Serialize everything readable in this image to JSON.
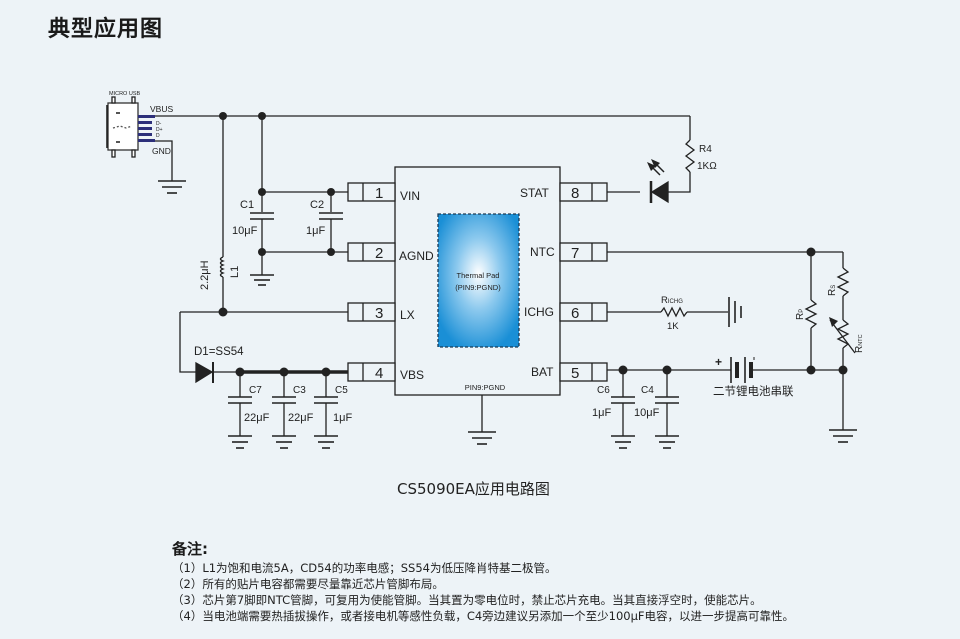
{
  "title": "典型应用图",
  "usb": {
    "label": "MICRO USB",
    "vbus": "VBUS",
    "dminus": "D-",
    "dplus": "D+",
    "id": "D",
    "gnd": "GND"
  },
  "chip": {
    "thermal_pad": [
      "Thermal Pad",
      "(PIN9:PGND)"
    ],
    "pgnd_label": "PIN9:PGND",
    "pins_left": [
      {
        "num": "1",
        "name": "VIN"
      },
      {
        "num": "2",
        "name": "AGND"
      },
      {
        "num": "3",
        "name": "LX"
      },
      {
        "num": "4",
        "name": "VBS"
      }
    ],
    "pins_right": [
      {
        "num": "8",
        "name": "STAT"
      },
      {
        "num": "7",
        "name": "NTC"
      },
      {
        "num": "6",
        "name": "ICHG"
      },
      {
        "num": "5",
        "name": "BAT"
      }
    ],
    "thermal_color": "#1a8fd6"
  },
  "components": {
    "c1": {
      "ref": "C1",
      "value": "10μF"
    },
    "c2": {
      "ref": "C2",
      "value": "1μF"
    },
    "l1": {
      "ref": "L1",
      "value": "2.2μH"
    },
    "d1": {
      "label": "D1=SS54"
    },
    "c7": {
      "ref": "C7",
      "value": "22μF"
    },
    "c3": {
      "ref": "C3",
      "value": "22μF"
    },
    "c5": {
      "ref": "C5",
      "value": "1μF"
    },
    "r4": {
      "ref": "R4",
      "value": "1KΩ"
    },
    "richg": {
      "ref": "R",
      "sub": "ICHG",
      "value": "1K"
    },
    "c6": {
      "ref": "C6",
      "value": "1μF"
    },
    "c4": {
      "ref": "C4",
      "value": "10μF"
    },
    "rp": {
      "ref": "R",
      "sub": "P"
    },
    "rs": {
      "ref": "R",
      "sub": "S"
    },
    "rntc": {
      "ref": "R",
      "sub": "NTC"
    },
    "battery": {
      "label": "二节锂电池串联",
      "plus": "+"
    }
  },
  "caption": "CS5090EA应用电路图",
  "notes": {
    "title": "备注:",
    "items": [
      "（1）L1为饱和电流5A，CD54的功率电感；SS54为低压降肖特基二极管。",
      "（2）所有的贴片电容都需要尽量靠近芯片管脚布局。",
      "（3）芯片第7脚即NTC管脚，可复用为使能管脚。当其置为零电位时，禁止芯片充电。当其直接浮空时，使能芯片。",
      "（4）当电池端需要热插拔操作，或者接电机等感性负载，C4旁边建议另添加一个至少100μF电容，以进一步提高可靠性。"
    ]
  }
}
